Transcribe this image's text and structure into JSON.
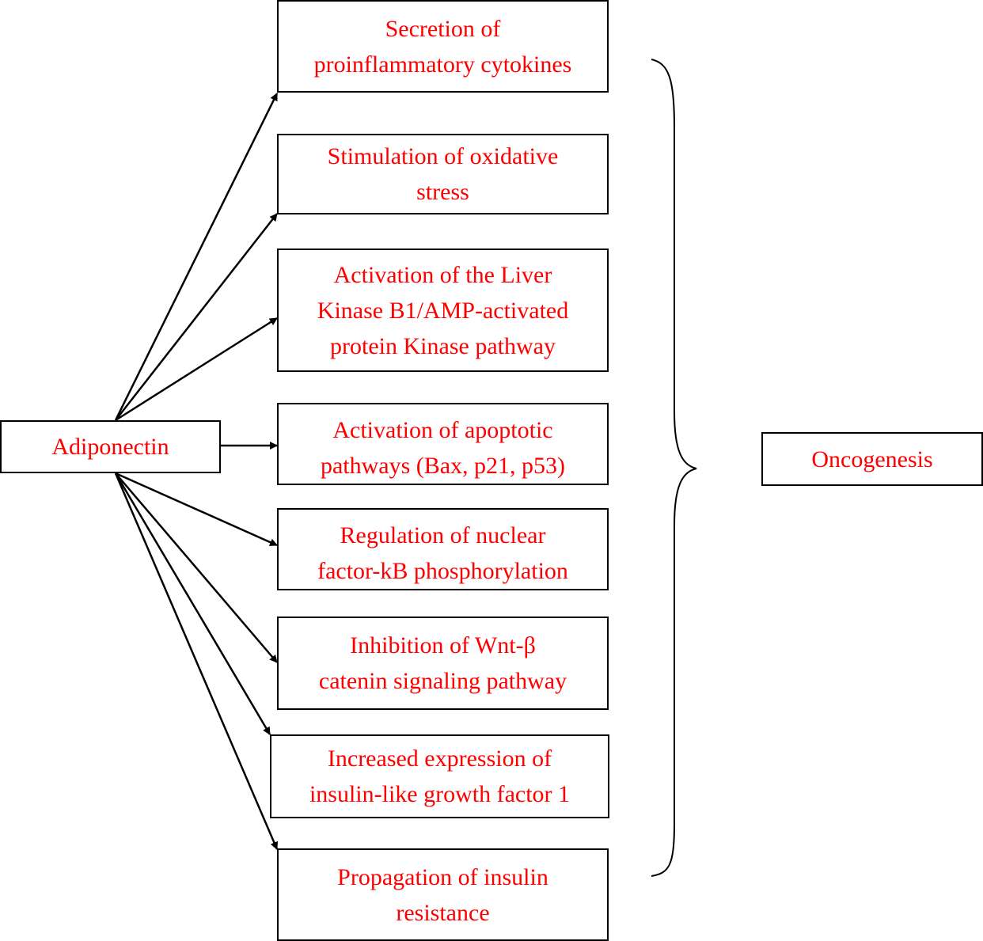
{
  "colors": {
    "text": "#ff0000",
    "border": "#000000",
    "arrow": "#000000"
  },
  "source": {
    "label": "Adiponectin"
  },
  "effects": [
    {
      "label": "Secretion of\nproinflammatory cytokines"
    },
    {
      "label": "Stimulation of oxidative\nstress"
    },
    {
      "label": "Activation of the Liver\nKinase B1/AMP-activated\nprotein Kinase pathway"
    },
    {
      "label": "Activation of apoptotic\npathways (Bax, p21, p53)"
    },
    {
      "label": "Regulation of nuclear\nfactor-kB phosphorylation"
    },
    {
      "label": "Inhibition of Wnt-β\ncatenin signaling pathway"
    },
    {
      "label": "Increased expression of\ninsulin-like growth factor 1"
    },
    {
      "label": "Propagation of insulin\nresistance"
    }
  ],
  "outcome": {
    "label": "Oncogenesis"
  }
}
